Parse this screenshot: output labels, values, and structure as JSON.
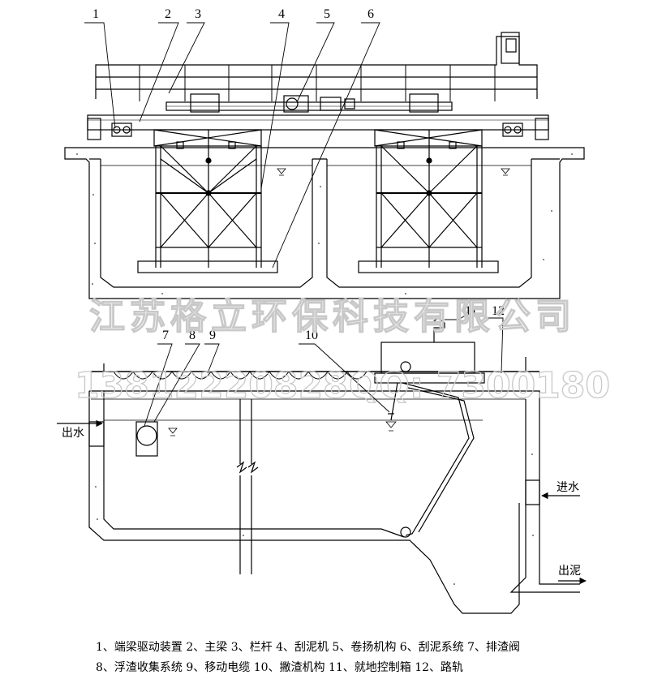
{
  "top_callouts": [
    "1",
    "2",
    "3",
    "4",
    "5",
    "6"
  ],
  "bottom_callouts": [
    "7",
    "8",
    "9",
    "10",
    "11",
    "12"
  ],
  "labels": {
    "outlet_water": "出水",
    "inlet_water": "进水",
    "sludge_out": "出泥"
  },
  "watermark": {
    "company": "江苏格立环保科技有限公司",
    "phone": "13812220828",
    "qq": "QQ: 7300180"
  },
  "legend": {
    "line1": "1、端梁驱动装置 2、主梁 3、栏杆 4、刮泥机 5、卷扬机构 6、刮泥系统 7、排渣阀",
    "line2": "8、浮渣收集系统 9、移动电缆 10、撇渣机构 11、就地控制箱 12、路轨"
  }
}
